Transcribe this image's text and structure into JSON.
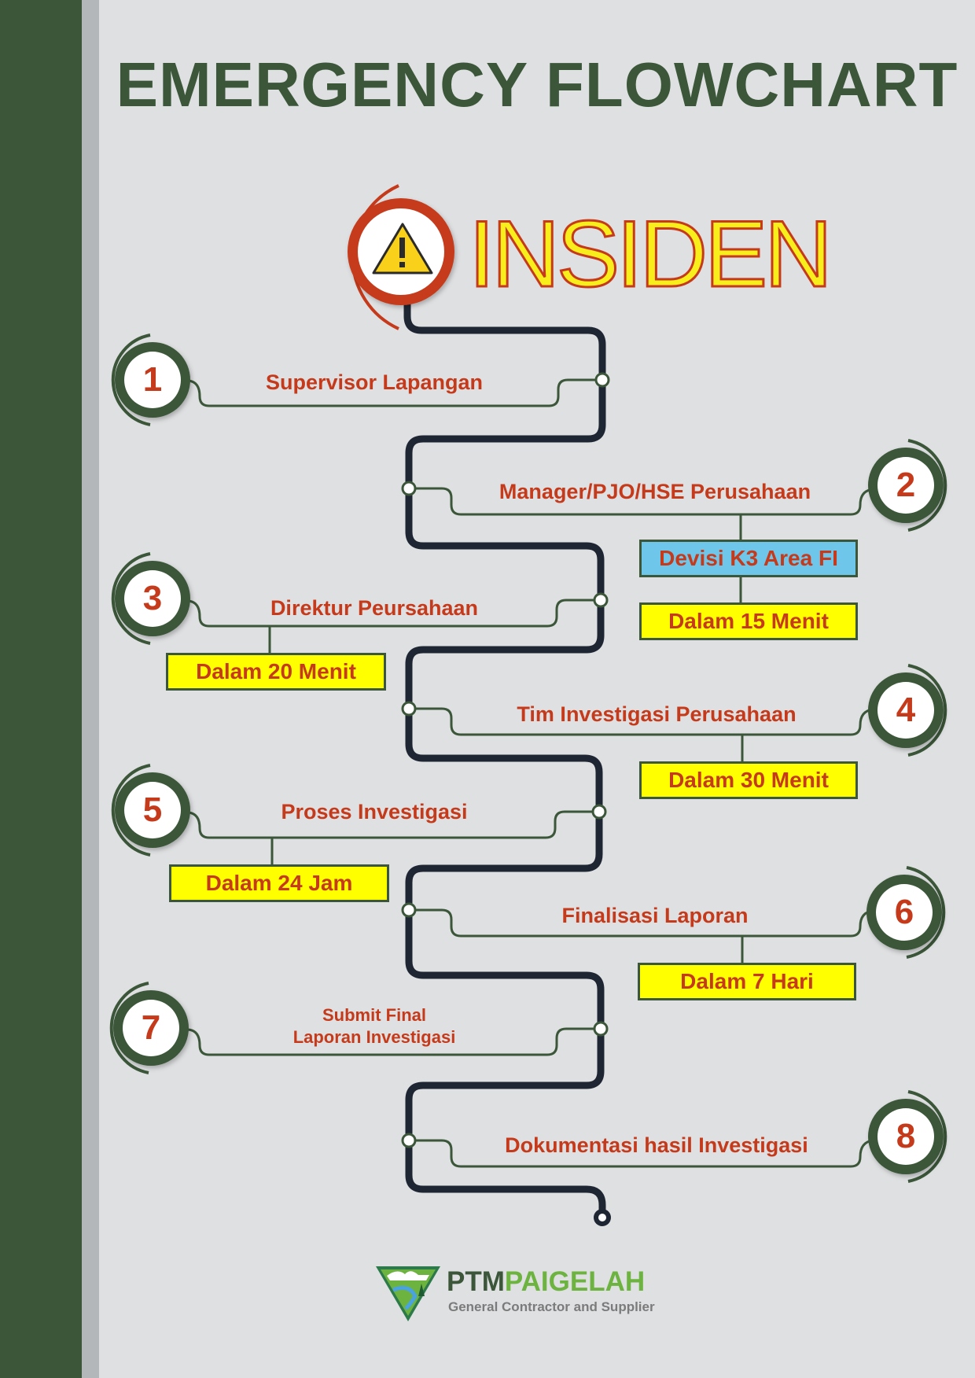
{
  "title": "EMERGENCY FLOWCHART",
  "start": {
    "label": "INSIDEN",
    "icon": "warning-triangle-icon"
  },
  "steps": [
    {
      "number": "1",
      "label": "Supervisor Lapangan"
    },
    {
      "number": "2",
      "label": "Manager/PJO/HSE Perusahaan"
    },
    {
      "number": "3",
      "label": "Direktur Peursahaan"
    },
    {
      "number": "4",
      "label": "Tim Investigasi Perusahaan"
    },
    {
      "number": "5",
      "label": "Proses Investigasi"
    },
    {
      "number": "6",
      "label": "Finalisasi Laporan"
    },
    {
      "number": "7",
      "label": "Submit Final\nLaporan Investigasi"
    },
    {
      "number": "8",
      "label": "Dokumentasi hasil Investigasi"
    }
  ],
  "boxes": {
    "step2_division": "Devisi K3 Area FI",
    "step2_time": "Dalam 15 Menit",
    "step3_time": "Dalam 20 Menit",
    "step4_time": "Dalam 30 Menit",
    "step5_time": "Dalam 24 Jam",
    "step6_time": "Dalam 7 Hari"
  },
  "brand": {
    "name_part1": "PTM",
    "name_part2": "PAIGELAH",
    "tagline": "General Contractor and Supplier"
  },
  "colors": {
    "background": "#dfe0e2",
    "spine_green": "#3b5639",
    "text_red": "#c53a1a",
    "highlight_yellow": "#ffff00",
    "highlight_blue": "#6ec6ea",
    "path_dark": "#1f2633"
  }
}
